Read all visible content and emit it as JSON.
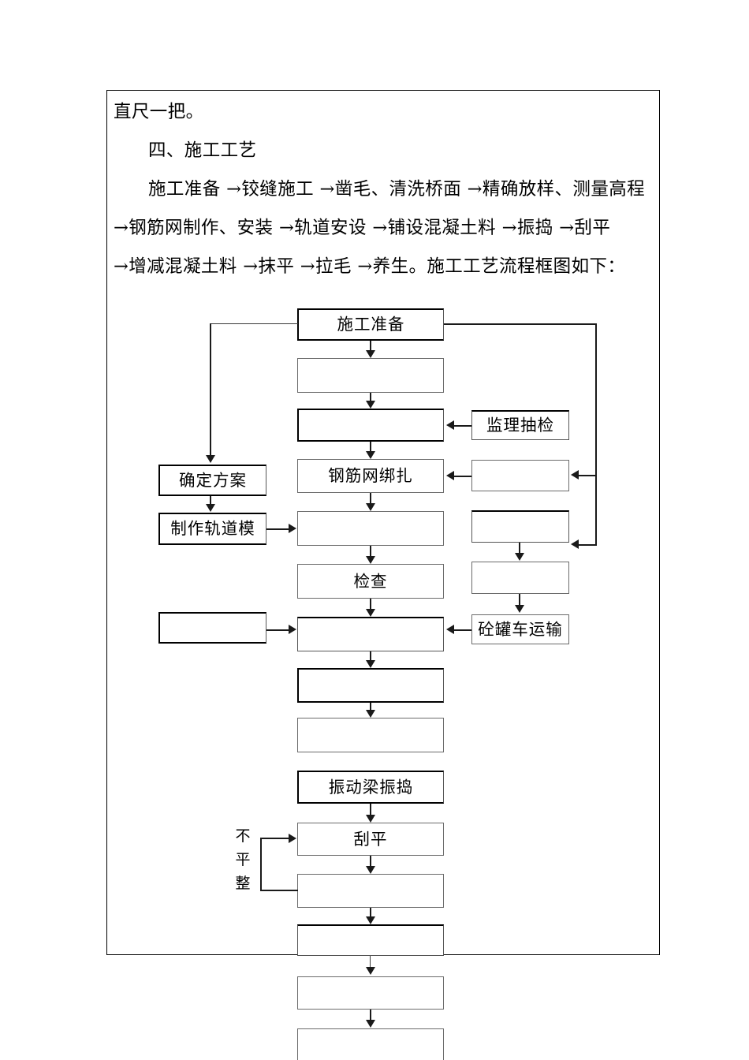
{
  "document": {
    "paragraphs": [
      "直尺一把。",
      "四、施工工艺",
      "施工准备 →铰缝施工 →凿毛、清洗桥面 →精确放样、测量高程",
      "→钢筋网制作、安装 →轨道安设 →铺设混凝土料 →振捣 →刮平",
      "→增减混凝土料 →抹平 →拉毛 →养生。施工工艺流程框图如下："
    ]
  },
  "flowchart": {
    "title": "施工工艺流程框图",
    "nodes": {
      "c1": "施工准备",
      "c2": "",
      "c3": "",
      "c4": "钢筋网绑扎",
      "c5": "",
      "c6": "检查",
      "c7": "",
      "c8": "",
      "c9": "",
      "c10": "振动梁振捣",
      "c11": "刮平",
      "c12": "",
      "c13": "",
      "c14": "",
      "c15": "",
      "c16": "",
      "l1": "确定方案",
      "l2": "制作轨道模",
      "l3": "",
      "r1": "监理抽检",
      "r2": "",
      "r3": "",
      "r4": "",
      "r5": "砼罐车运输"
    },
    "labels": {
      "loop_back": "不平整",
      "loop_back_chars": [
        "不",
        "平",
        "整"
      ]
    },
    "colors": {
      "line": "#1a1a1a",
      "box_border": "#2b2b2b",
      "background": "#ffffff",
      "text": "#000000"
    }
  }
}
